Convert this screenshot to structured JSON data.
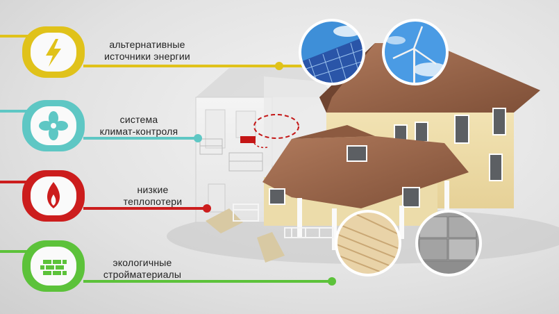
{
  "features": [
    {
      "id": "energy",
      "line1": "альтернативные",
      "line2": "источники энергии",
      "icon": "lightning-icon",
      "color": "#e0c21a"
    },
    {
      "id": "climate",
      "line1": "система",
      "line2": "климат-контроля",
      "icon": "fan-icon",
      "color": "#5ec7c4"
    },
    {
      "id": "heat",
      "line1": "низкие",
      "line2": "теплопотери",
      "icon": "flame-icon",
      "color": "#cc1d1d"
    },
    {
      "id": "eco",
      "line1": "экологичные",
      "line2": "стройматериалы",
      "icon": "brick-wall-icon",
      "color": "#5cc23a"
    }
  ],
  "photos": [
    "solar-panels-photo",
    "wind-turbine-photo",
    "wood-planks-photo",
    "concrete-blocks-photo"
  ]
}
